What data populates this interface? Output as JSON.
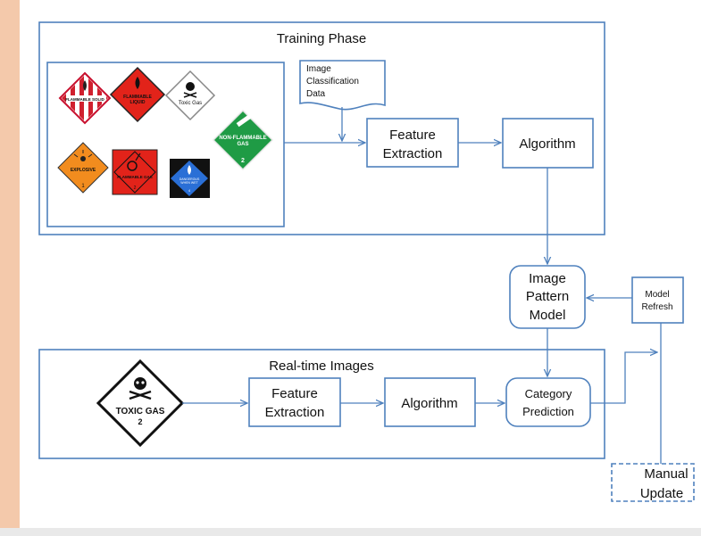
{
  "training": {
    "title": "Training Phase",
    "data_doc": [
      "Image",
      "Classification",
      "Data"
    ],
    "feature_extraction": [
      "Feature",
      "Extraction"
    ],
    "algorithm": "Algorithm"
  },
  "model": {
    "image_pattern_model": [
      "Image",
      "Pattern",
      "Model"
    ],
    "model_refresh": [
      "Model",
      "Refresh"
    ],
    "manual_update": [
      "Manual",
      "Update"
    ]
  },
  "realtime": {
    "title": "Real-time Images",
    "feature_extraction": [
      "Feature",
      "Extraction"
    ],
    "algorithm": "Algorithm",
    "category_prediction": [
      "Category",
      "Prediction"
    ]
  },
  "placards": {
    "flammable_solid": "FLAMMABLE SOLID",
    "flammable_liquid": [
      "FLAMMABLE",
      "LIQUID"
    ],
    "toxic_gas_small": "Toxic Gas",
    "non_flammable_gas": [
      "NON-FLAMMABLE",
      "GAS"
    ],
    "non_flammable_number": "2",
    "explosive": "EXPLOSIVE",
    "explosive_number": "1",
    "flammable_gas": "FLAMMABLE GAS",
    "flammable_gas_number": "2",
    "dangerous_when_wet": [
      "DANGEROUS",
      "WHEN WET"
    ],
    "dangerous_when_wet_number": "4",
    "toxic_gas_large": "TOXIC GAS",
    "toxic_gas_number": "2"
  },
  "colors": {
    "line": "#4f81bd",
    "box_border": "#4f81bd",
    "background_left": "#f4c9ab"
  }
}
